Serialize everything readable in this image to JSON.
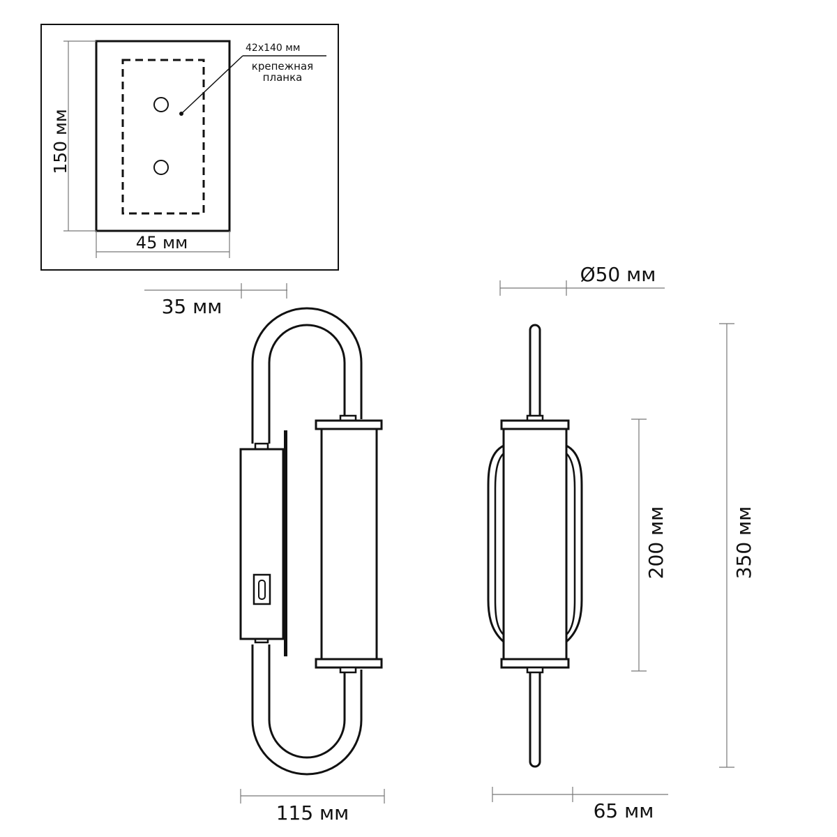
{
  "inset": {
    "plate_size": "42х140 мм",
    "plate_label_line1": "крепежная",
    "plate_label_line2": "планка",
    "height_label": "150 мм",
    "width_label": "45 мм"
  },
  "front_view": {
    "depth_label": "35 мм",
    "width_label": "115 мм"
  },
  "side_view": {
    "diameter_label": "Ø50 мм",
    "shade_height_label": "200 мм",
    "total_height_label": "350 мм",
    "depth_label": "65 мм"
  },
  "colors": {
    "line": "#111111",
    "dim_line": "#666666",
    "background": "#ffffff"
  }
}
